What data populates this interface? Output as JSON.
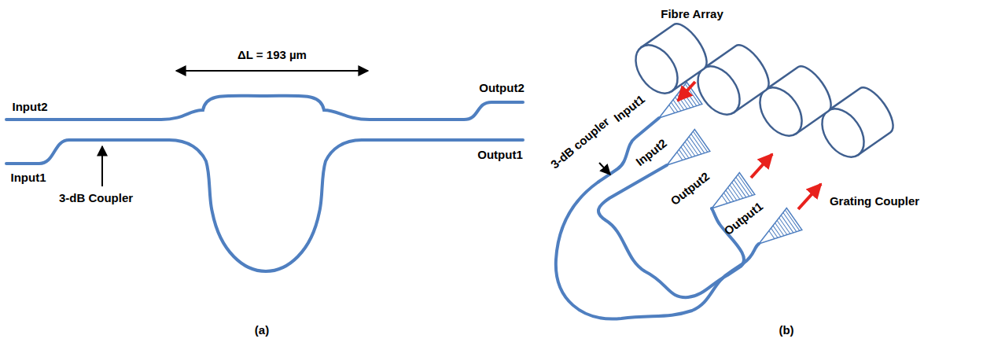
{
  "diagram": {
    "labels": [
      "ΔL = 193 µm",
      "Input2",
      "Output2",
      "Output1",
      "Input1",
      "3-dB Coupler",
      "(a)",
      "Fibre Array",
      "Input1",
      "3-dB coupler",
      "Input2",
      "Output2",
      "Output1",
      "Grating Coupler",
      "(b)"
    ]
  }
}
